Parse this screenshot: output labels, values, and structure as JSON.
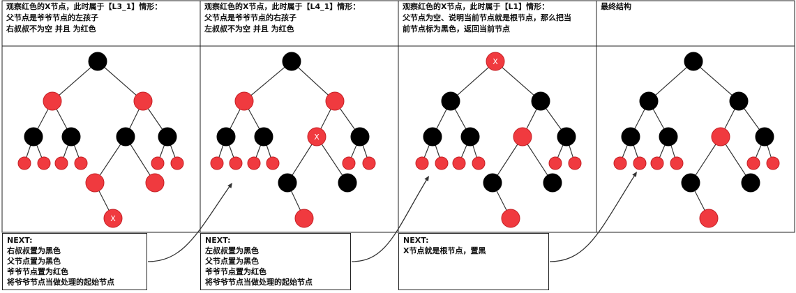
{
  "panels": [
    {
      "header_lines": [
        "观察红色的X节点，此时属于【L3_1】情形：",
        "父节点是爷爷节点的左孩子",
        "右叔叔不为空 并且 为红色"
      ],
      "node_label": "X",
      "next_lines": [
        "NEXT:",
        "右叔叔置为黑色",
        "父节点置为黑色",
        "爷爷节点置为红色",
        "将爷爷节点当做处理的起始节点"
      ]
    },
    {
      "header_lines": [
        "观察红色的X节点，此时属于【L4_1】情形：",
        "父节点是爷爷节点的右孩子",
        "左叔叔不为空 并且 为红色"
      ],
      "node_label": "X",
      "next_lines": [
        "NEXT:",
        "左叔叔置为黑色",
        "父节点置为黑色",
        "爷爷节点置为红色",
        "将爷爷节点当做处理的起始节点"
      ]
    },
    {
      "header_lines": [
        "观察红色的X节点，此时属于【L1】情形：",
        "父节点为空、说明当前节点就是根节点，那么把当",
        "前节点标为黑色，返回当前节点"
      ],
      "node_label": "X",
      "next_lines": [
        "NEXT:",
        "X节点就是根节点，置黑"
      ]
    },
    {
      "header_lines": [
        "最终结构"
      ]
    }
  ],
  "colors": {
    "red": "#f03a3f",
    "black": "#000000",
    "border": "#222222"
  }
}
